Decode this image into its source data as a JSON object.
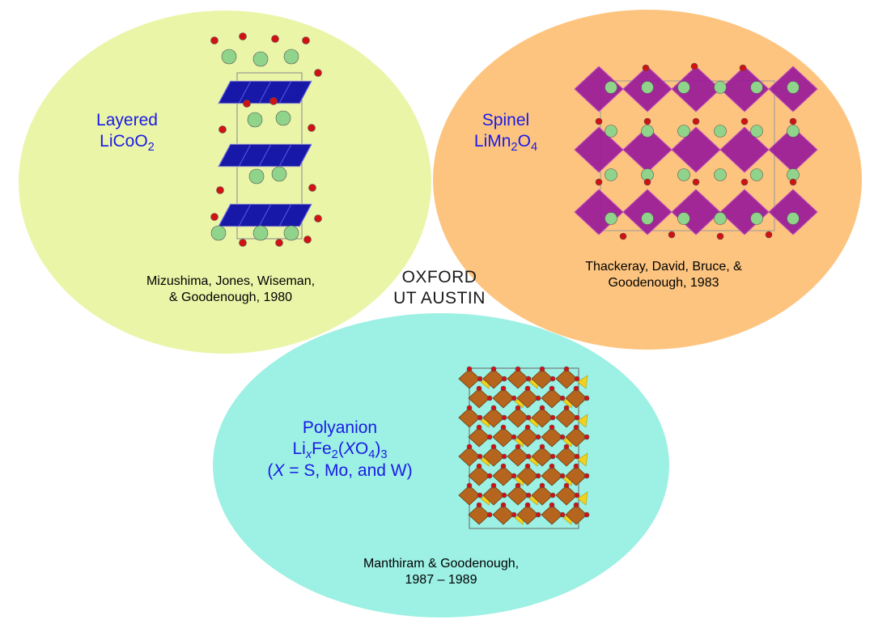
{
  "colors": {
    "layered_ellipse": "#eaf5a8",
    "spinel_ellipse": "#fdc47f",
    "polyanion_ellipse": "#9cf0e4",
    "overlap_center": "#7b8fe6",
    "title_text": "#1a1ae6",
    "octahedron_blue": "#1818a8",
    "octahedron_purple": "#9a1a9a",
    "octahedron_brown": "#b5651d",
    "tetrahedron_yellow": "#f2d21a",
    "atom_li_green": "#8fd48a",
    "atom_o_red": "#d11212"
  },
  "layered": {
    "title_line1": "Layered",
    "formula": {
      "base": "LiCoO",
      "sub": "2"
    },
    "authors_line1": "Mizushima, Jones, Wiseman,",
    "authors_line2": "& Goodenough, 1980",
    "structure_icon": "layered-crystal-structure-icon"
  },
  "spinel": {
    "title_line1": "Spinel",
    "formula": {
      "p1": "LiMn",
      "s1": "2",
      "p2": "O",
      "s2": "4"
    },
    "authors_line1": "Thackeray, David, Bruce, &",
    "authors_line2": "Goodenough, 1983",
    "structure_icon": "spinel-crystal-structure-icon"
  },
  "polyanion": {
    "title_line1": "Polyanion",
    "formula": {
      "p1": "Li",
      "s1": "x",
      "p2": "Fe",
      "s2": "2",
      "p3": "(",
      "p4": "X",
      "p5": "O",
      "s3": "4",
      "p6": ")",
      "s4": "3"
    },
    "note": {
      "open": "(",
      "x": "X",
      "rest": " = S, Mo, and W)"
    },
    "authors_line1": "Manthiram & Goodenough,",
    "authors_line2": "1987 – 1989",
    "structure_icon": "polyanion-crystal-structure-icon"
  },
  "center": {
    "line1": "OXFORD",
    "line2": "UT AUSTIN"
  }
}
